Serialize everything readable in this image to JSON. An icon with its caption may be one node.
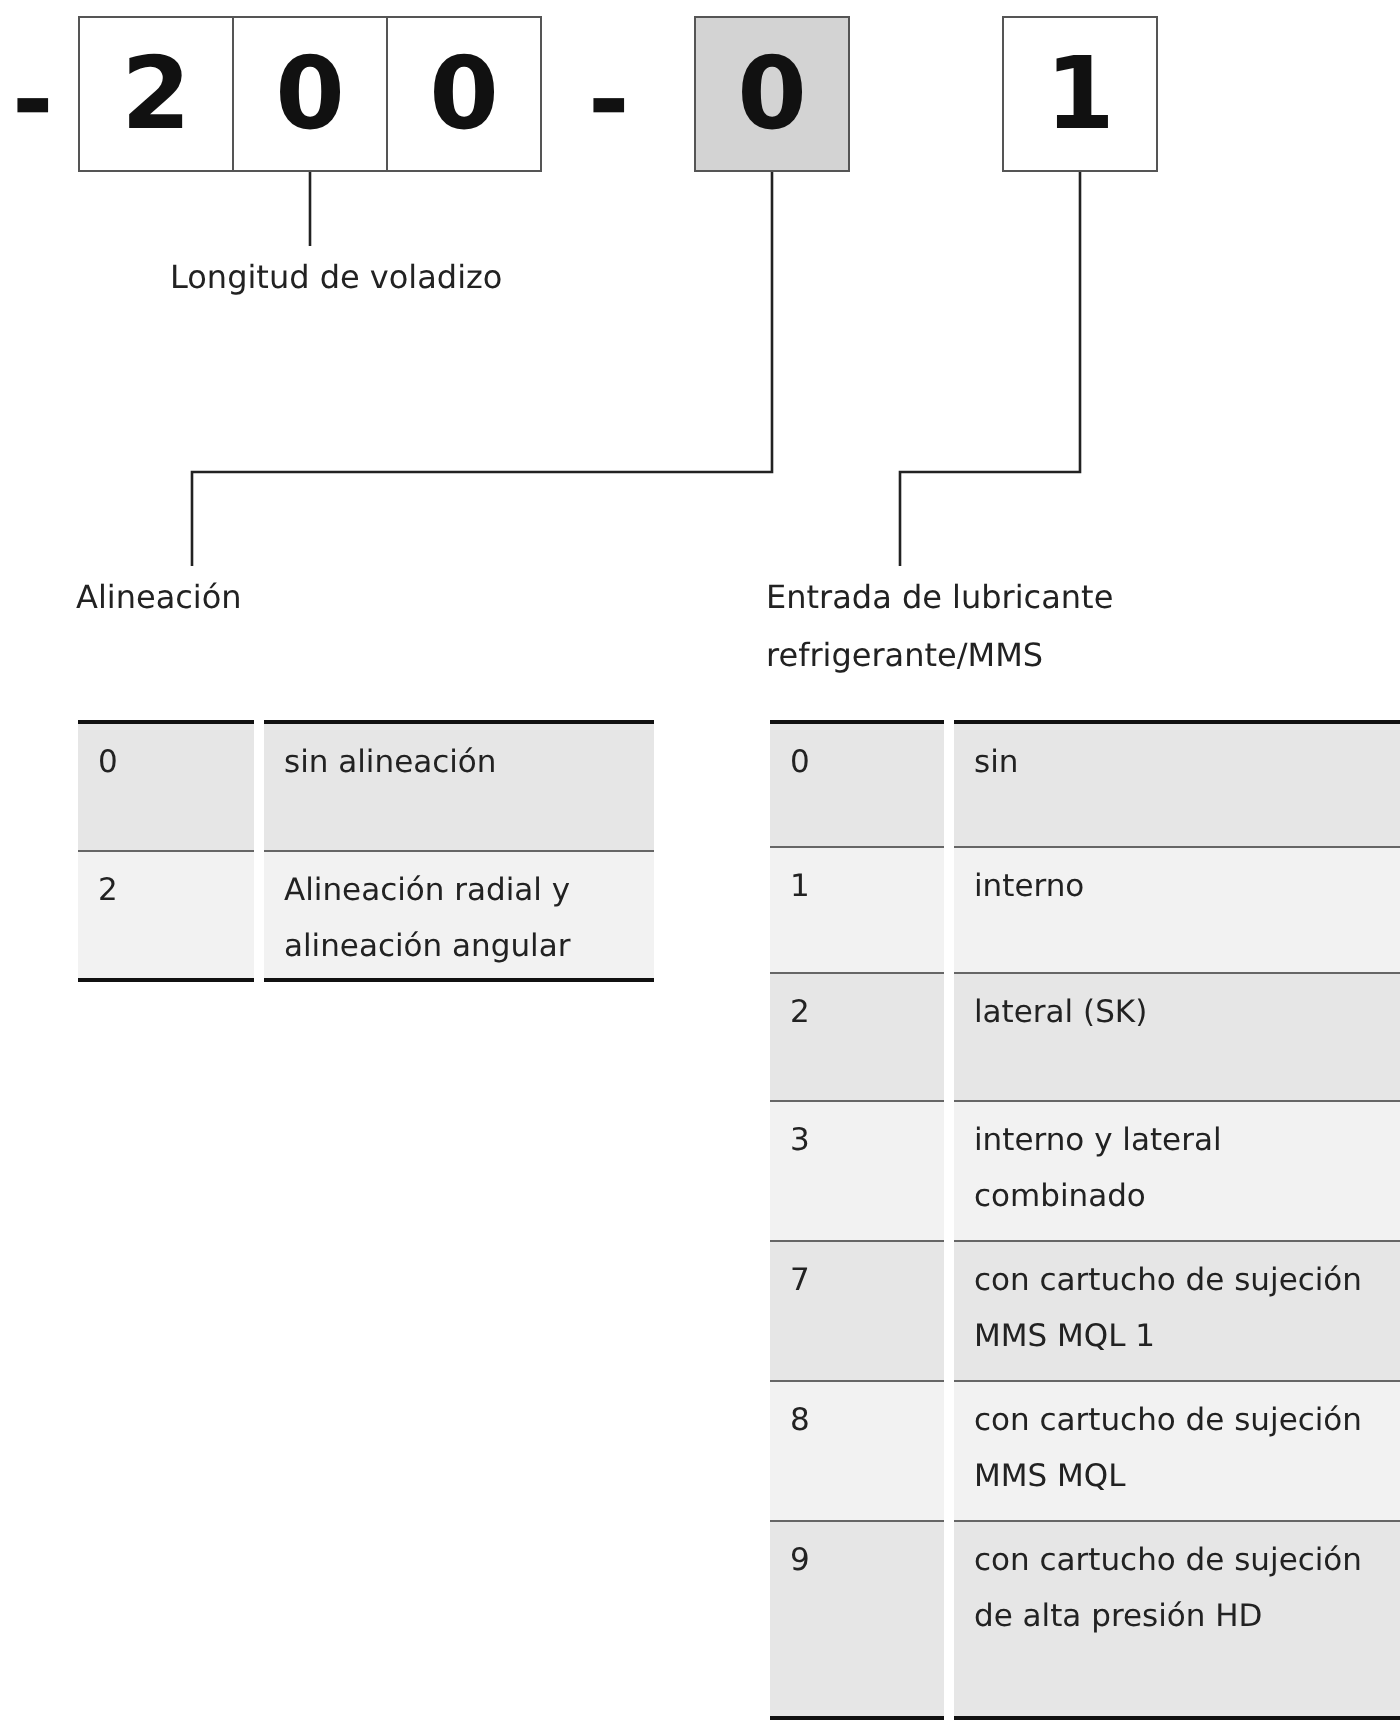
{
  "diagram": {
    "nodes": [
      {
        "text": [
          "2"
        ]
      },
      {
        "text": [
          "0"
        ]
      },
      {
        "text": [
          "0"
        ]
      },
      {
        "text": [
          "0"
        ]
      },
      {
        "text": [
          "1"
        ]
      },
      {
        "text": [
          "Longitud de voladizo"
        ]
      },
      {
        "text": [
          "Alineación"
        ]
      },
      {
        "text": [
          "Entrada de lubricante refrigerante/MMS"
        ]
      }
    ],
    "edges": [
      {
        "from": 1,
        "to": 5,
        "arrow": "none"
      },
      {
        "from": 3,
        "to": 6,
        "arrow": "none"
      },
      {
        "from": 4,
        "to": 7,
        "arrow": "none"
      }
    ],
    "labels": [
      "-",
      "-",
      "0",
      "sin alineación",
      "2",
      "Alineación radial y alineación angular",
      "0",
      "sin",
      "1",
      "interno",
      "2",
      "lateral (SK)",
      "3",
      "interno y lateral combinado",
      "7",
      "con cartucho de sujeción MMS MQL 1",
      "8",
      "con cartucho de sujeción MMS MQL",
      "9",
      "con cartucho de sujeción de alta presión HD"
    ]
  }
}
